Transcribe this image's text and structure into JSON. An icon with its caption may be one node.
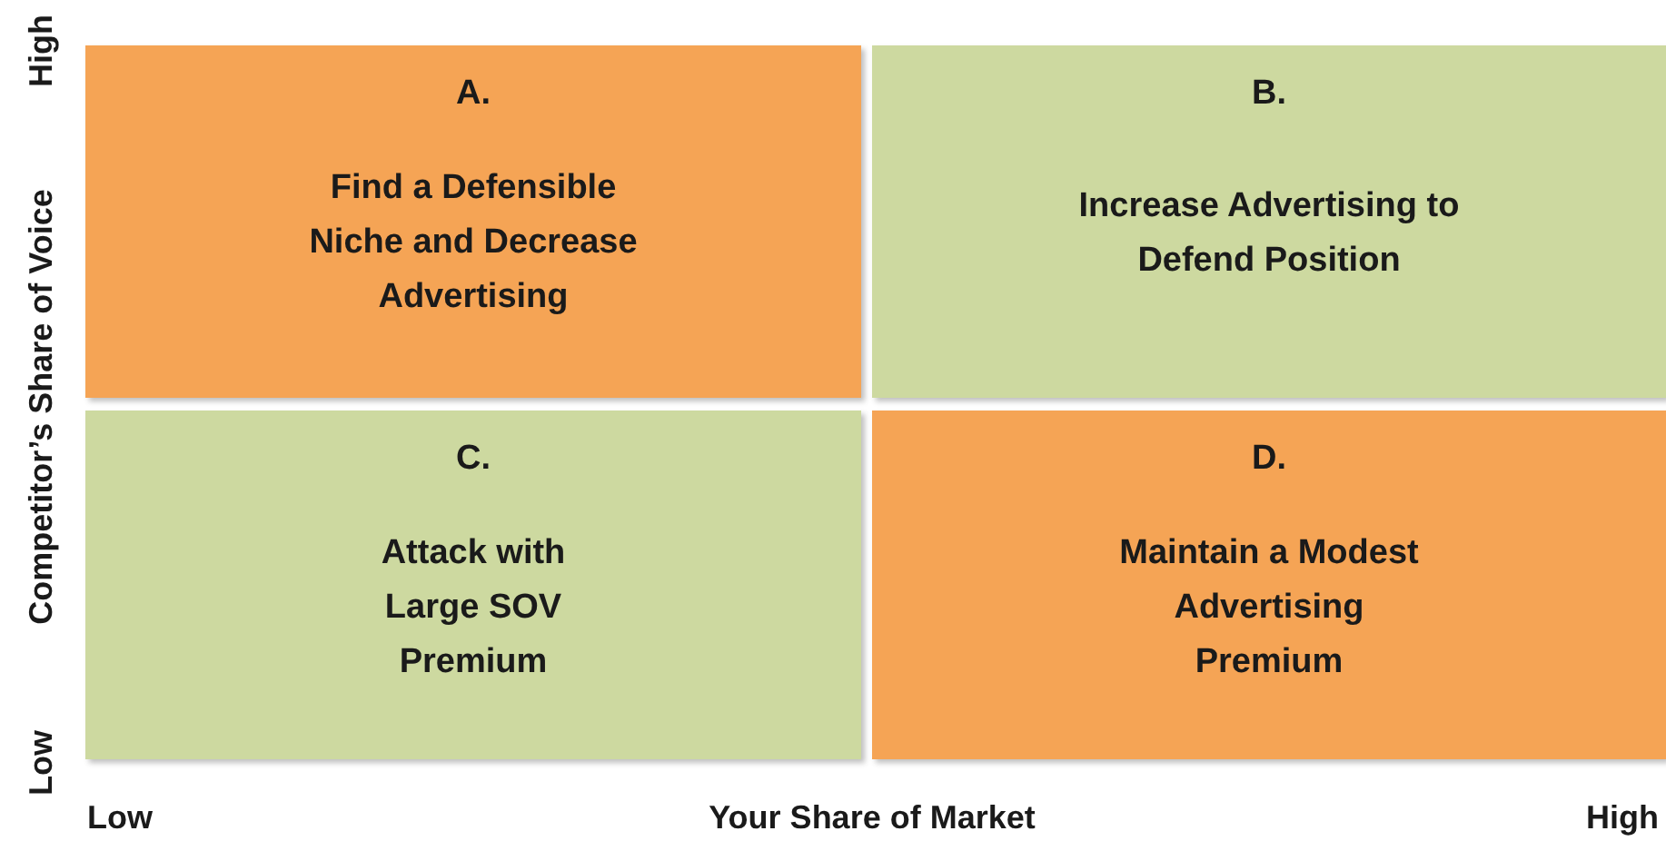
{
  "diagram": {
    "nodes": [
      {
        "text": [
          "A.",
          "Find a Defensible Niche and Decrease Advertising"
        ]
      },
      {
        "text": [
          "B.",
          "Increase Advertising to Defend Position"
        ]
      },
      {
        "text": [
          "C.",
          "Attack with Large SOV Premium"
        ]
      },
      {
        "text": [
          "D.",
          "Maintain a Modest Advertising Premium"
        ]
      }
    ],
    "labels": [
      "High",
      "Competitor’s Share of Voice",
      "Low",
      "Low",
      "Your Share of Market",
      "High"
    ]
  }
}
